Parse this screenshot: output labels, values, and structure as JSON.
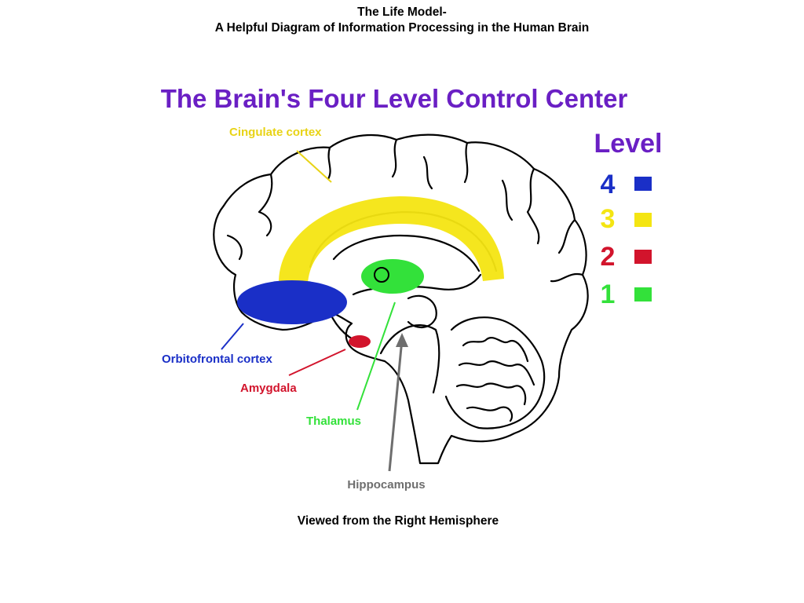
{
  "header": {
    "line1": "The Life Model-",
    "line2": "A Helpful Diagram of Information Processing in the Human Brain"
  },
  "figure": {
    "heading": "The Brain's Four Level Control Center",
    "legend_title": "Level",
    "legend": [
      {
        "level": "4",
        "color": "#1a2fc7"
      },
      {
        "level": "3",
        "color": "#f4e512"
      },
      {
        "level": "2",
        "color": "#d2142c"
      },
      {
        "level": "1",
        "color": "#33e13a"
      }
    ],
    "labels": {
      "cingulate": "Cingulate cortex",
      "orbitofrontal": "Orbitofrontal cortex",
      "amygdala": "Amygdala",
      "thalamus": "Thalamus",
      "hippocampus": "Hippocampus"
    },
    "colors": {
      "heading": "#6a1fc4",
      "cingulate": "#e8d316",
      "orbitofrontal": "#1a2fc7",
      "amygdala": "#d2142c",
      "thalamus": "#33e13a",
      "hippocampus": "#6e6e6e"
    }
  },
  "caption": "Viewed from the Right Hemisphere"
}
